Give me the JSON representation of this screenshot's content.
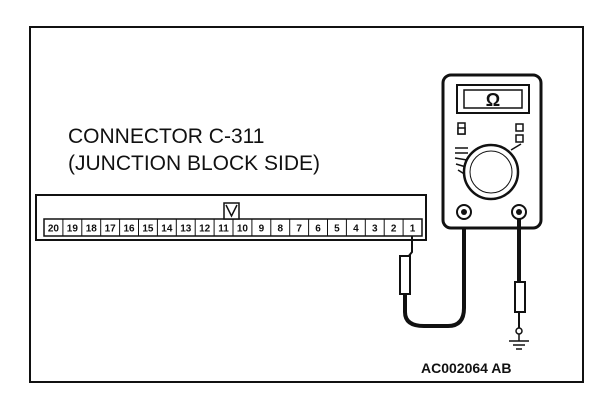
{
  "connector": {
    "title": "CONNECTOR C-311",
    "subtitle": "(JUNCTION BLOCK SIDE)",
    "pins": [
      "20",
      "19",
      "18",
      "17",
      "16",
      "15",
      "14",
      "13",
      "12",
      "11",
      "10",
      "9",
      "8",
      "7",
      "6",
      "5",
      "4",
      "3",
      "2",
      "1"
    ]
  },
  "meter": {
    "display_symbol": "Ω"
  },
  "figure_code": "AC002064 AB"
}
